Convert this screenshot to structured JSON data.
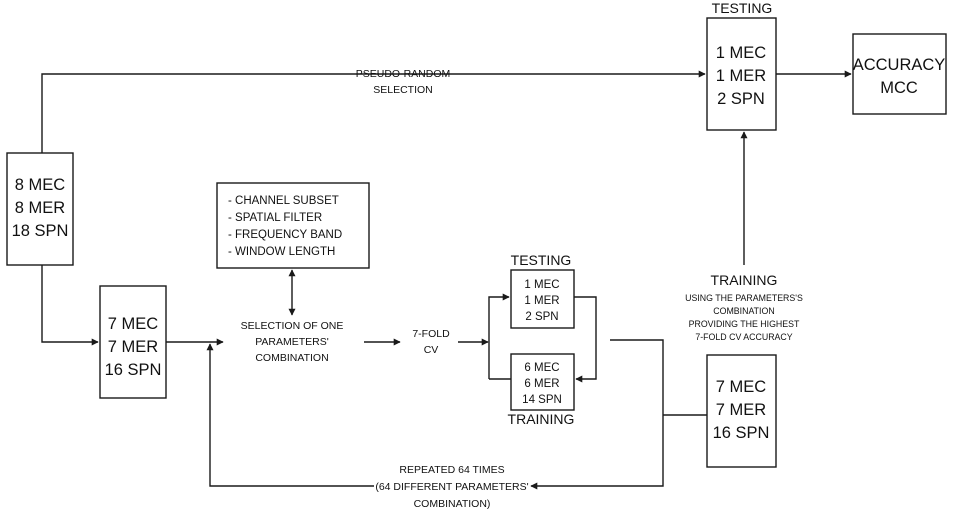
{
  "labels": {
    "testing_top": "TESTING",
    "pseudo_random_1": "PSEUDO-RANDOM",
    "pseudo_random_2": "SELECTION",
    "selection_1": "SELECTION OF ONE",
    "selection_2": "PARAMETERS'",
    "selection_3": "COMBINATION",
    "cv_1": "7-FOLD",
    "cv_2": "CV",
    "testing_inner": "TESTING",
    "training_inner": "TRAINING",
    "training_big": "TRAINING",
    "training_note_1": "USING THE PARAMETERS'S",
    "training_note_2": "COMBINATION",
    "training_note_3": "PROVIDING THE HIGHEST",
    "training_note_4": "7-FOLD CV ACCURACY",
    "repeat_1": "REPEATED 64 TIMES",
    "repeat_2": "(64 DIFFERENT PARAMETERS'",
    "repeat_3": "COMBINATION)"
  },
  "boxes": {
    "all_data": [
      "8 MEC",
      "8 MER",
      "18 SPN"
    ],
    "test_final": [
      "1 MEC",
      "1 MER",
      "2 SPN"
    ],
    "accuracy": [
      "ACCURACY",
      "MCC"
    ],
    "train_subset": [
      "7 MEC",
      "7 MER",
      "16 SPN"
    ],
    "parameters": [
      "-   CHANNEL SUBSET",
      "-   SPATIAL FILTER",
      "-   FREQUENCY BAND",
      "-   WINDOW LENGTH"
    ],
    "fold_test": [
      "1 MEC",
      "1 MER",
      "2 SPN"
    ],
    "fold_train": [
      "6 MEC",
      "6 MER",
      "14 SPN"
    ],
    "train_final": [
      "7 MEC",
      "7 MER",
      "16 SPN"
    ]
  }
}
